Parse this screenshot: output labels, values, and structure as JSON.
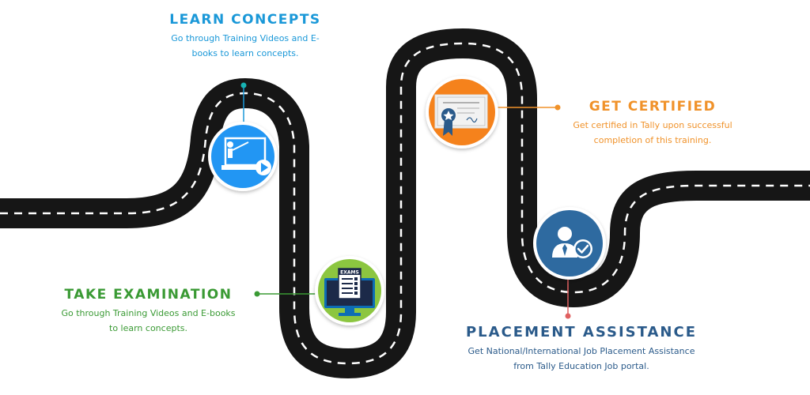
{
  "steps": {
    "learn": {
      "title": "LEARN CONCEPTS",
      "desc_line1": "Go through Training Videos and E-",
      "desc_line2": "books to learn concepts.",
      "color": "#1a98d8"
    },
    "exam": {
      "title": "TAKE EXAMINATION",
      "desc_line1": "Go through Training Videos and E-books",
      "desc_line2": "to learn concepts.",
      "icon_label": "EXAMS",
      "color": "#3a9a34"
    },
    "cert": {
      "title": "GET CERTIFIED",
      "desc_line1": "Get certified in Tally upon successful",
      "desc_line2": "completion of this training.",
      "color": "#f0922a"
    },
    "place": {
      "title": "PLACEMENT ASSISTANCE",
      "desc_line1": "Get National/International Job Placement Assistance",
      "desc_line2": "from Tally Education Job portal.",
      "color": "#2a5a8a"
    }
  },
  "icons": {
    "learn": "presentation-laptop-icon",
    "exam": "exam-monitor-icon",
    "cert": "certificate-icon",
    "place": "placement-person-check-icon"
  }
}
